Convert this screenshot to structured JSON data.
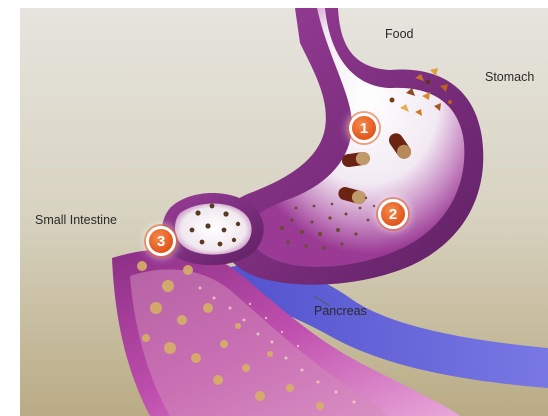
{
  "labels": {
    "food": "Food",
    "stomach": "Stomach",
    "small_intestine": "Small Intestine",
    "pancreas": "Pancreas"
  },
  "steps": [
    "1",
    "2",
    "3"
  ],
  "colors": {
    "background_top": "#e4e2dc",
    "background_bottom": "#bdb08c",
    "organ_wall": "#7a2c7e",
    "organ_inner": "#b04ba8",
    "pancreas": "#5a5ad8",
    "badge": "#e2561d"
  },
  "icons": [
    "capsule-icon",
    "food-particles",
    "step-badge"
  ]
}
